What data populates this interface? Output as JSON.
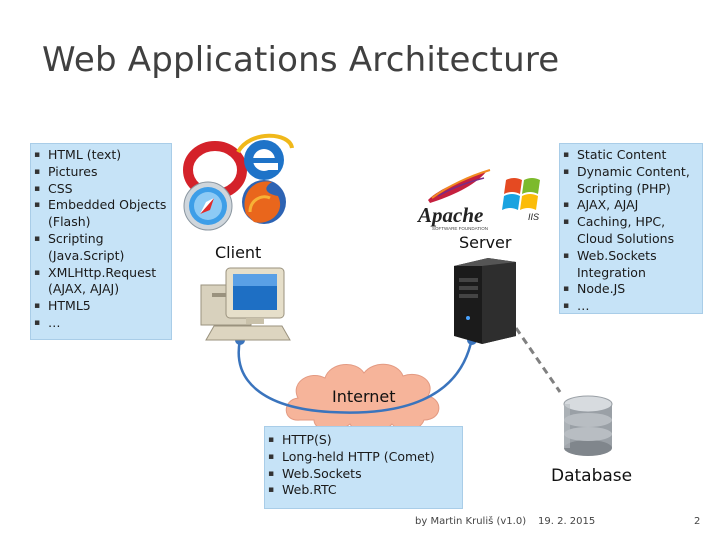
{
  "slide": {
    "title": "Web Applications Architecture"
  },
  "client_box": {
    "items": [
      "HTML (text)",
      "Pictures",
      "CSS",
      "Embedded Objects (Flash)",
      "Scripting (Java.Script)",
      "XMLHttp.Request (AJAX, AJAJ)",
      "HTML5",
      "…"
    ]
  },
  "server_box": {
    "items": [
      "Static Content",
      "Dynamic Content, Scripting (PHP)",
      "AJAX, AJAJ",
      "Caching, HPC, Cloud Solutions",
      "Web.Sockets Integration",
      "Node.JS",
      "…"
    ]
  },
  "protocols_box": {
    "items": [
      "HTTP(S)",
      "Long-held HTTP (Comet)",
      "Web.Sockets",
      "Web.RTC"
    ]
  },
  "labels": {
    "client": "Client",
    "server": "Server",
    "internet": "Internet",
    "database": "Database",
    "apache": "Apache",
    "apache_sub": "SOFTWARE FOUNDATION",
    "iis": "IIS"
  },
  "footer": {
    "author": "by Martin Kruliš (v1.0)",
    "date": "19. 2. 2015",
    "page": "2"
  },
  "colors": {
    "box_fill": "#c6e3f7",
    "cloud_fill": "#f6b49a",
    "connector": "#3a74bd",
    "db_link": "#808080"
  }
}
